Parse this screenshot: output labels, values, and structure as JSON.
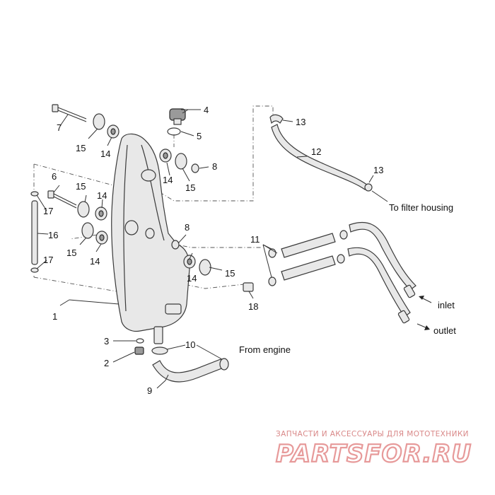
{
  "callouts": {
    "c1": "1",
    "c2": "2",
    "c3": "3",
    "c4": "4",
    "c5": "5",
    "c6": "6",
    "c7": "7",
    "c8a": "8",
    "c8b": "8",
    "c9": "9",
    "c10": "10",
    "c11": "11",
    "c12": "12",
    "c13a": "13",
    "c13b": "13",
    "c14a": "14",
    "c14b": "14",
    "c14c": "14",
    "c14d": "14",
    "c14e": "14",
    "c15a": "15",
    "c15b": "15",
    "c15c": "15",
    "c15d": "15",
    "c15e": "15",
    "c16": "16",
    "c17a": "17",
    "c17b": "17",
    "c18": "18"
  },
  "notes": {
    "filter": "To filter housing",
    "inlet": "inlet",
    "outlet": "outlet",
    "engine": "From engine"
  },
  "watermark": {
    "tagline": "ЗАПЧАСТИ И АКСЕССУАРЫ ДЛЯ МОТОТЕХНИКИ",
    "logo": "PARTSFOR.RU",
    "color": "#e79a9a"
  }
}
